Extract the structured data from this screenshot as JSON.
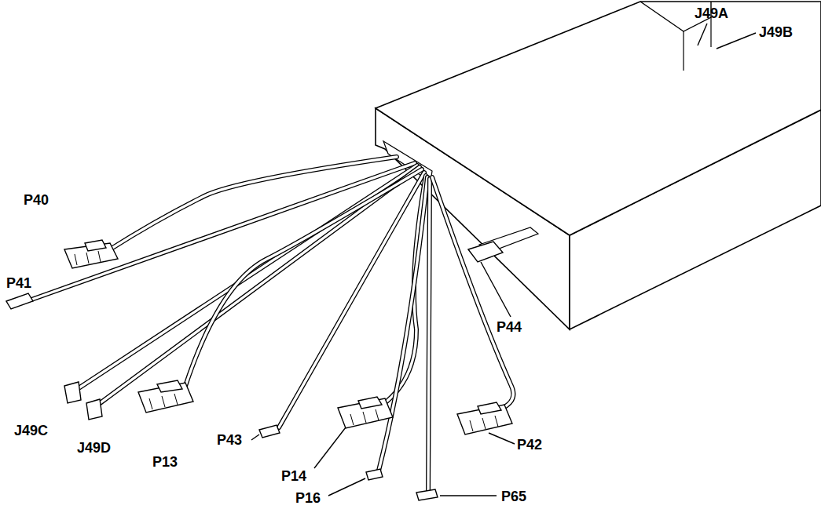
{
  "diagram": {
    "labels": [
      "J49A",
      "J49B",
      "P40",
      "P41",
      "J49C",
      "J49D",
      "P13",
      "P43",
      "P14",
      "P16",
      "P65",
      "P42",
      "P44"
    ]
  }
}
